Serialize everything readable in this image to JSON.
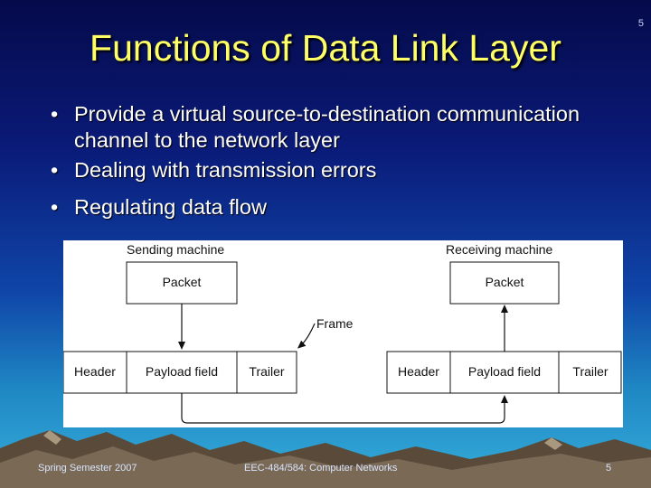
{
  "slide": {
    "page_number": "5",
    "title": "Functions of Data Link Layer",
    "bullets": [
      "Provide a virtual source-to-destination communication channel to the network layer",
      "Dealing with transmission errors",
      "Regulating data flow"
    ],
    "bullet_symbol": "•"
  },
  "diagram": {
    "sending_label": "Sending machine",
    "receiving_label": "Receiving machine",
    "packet_label": "Packet",
    "frame_label": "Frame",
    "header_label": "Header",
    "payload_label": "Payload field",
    "trailer_label": "Trailer"
  },
  "footer": {
    "left": "Spring Semester 2007",
    "center": "EEC-484/584: Computer Networks",
    "right": "5"
  },
  "colors": {
    "title": "#ffff66",
    "background_top": "#050a4a",
    "background_bottom": "#36aedb"
  }
}
